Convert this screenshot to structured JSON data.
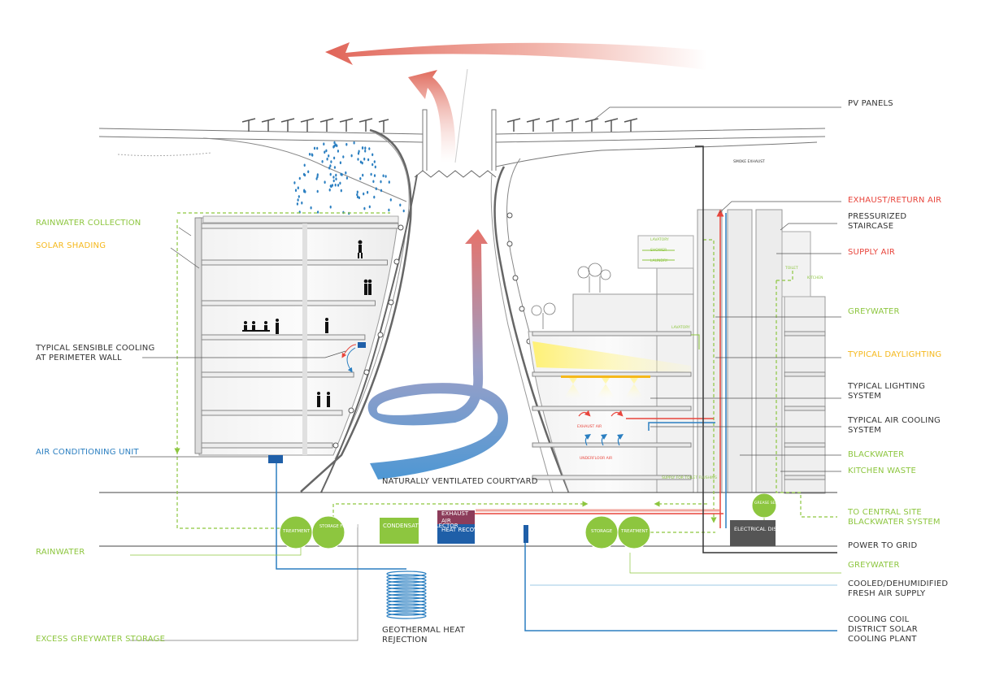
{
  "colors": {
    "green": "#8dc63f",
    "yellow": "#f5b81c",
    "red": "#e8453c",
    "blue": "#2b7fc1",
    "dark": "#333333",
    "steelblue": "#1f5fa8",
    "maroon": "#8c3c5a",
    "grey_box": "#555555"
  },
  "labels": {
    "pv_panels": "PV PANELS",
    "exhaust_return_air": "EXHAUST/RETURN AIR",
    "pressurized": "PRESSURIZED",
    "staircase": "STAIRCASE",
    "supply_air": "SUPPLY AIR",
    "greywater_top": "GREYWATER",
    "typical_daylighting": "TYPICAL DAYLIGHTING",
    "typical_lighting_1": "TYPICAL LIGHTING",
    "typical_lighting_2": "SYSTEM",
    "typical_air_cooling_1": "TYPICAL AIR COOLING",
    "typical_air_cooling_2": "SYSTEM",
    "blackwater": "BLACKWATER",
    "kitchen_waste": "KITCHEN WASTE",
    "to_central_1": "TO CENTRAL SITE",
    "to_central_2": "BLACKWATER SYSTEM",
    "power_to_grid": "POWER TO GRID",
    "greywater_bottom": "GREYWATER",
    "cooled_1": "COOLED/DEHUMIDIFIED",
    "cooled_2": "FRESH AIR SUPPLY",
    "cooling_coil_1": "COOLING COIL",
    "cooling_coil_2": "DISTRICT SOLAR",
    "cooling_coil_3": "COOLING PLANT",
    "rainwater_collection": "RAINWATER COLLECTION",
    "solar_shading": "SOLAR SHADING",
    "sensible_cooling_1": "TYPICAL SENSIBLE COOLING",
    "sensible_cooling_2": "AT PERIMETER WALL",
    "air_conditioning_unit": "AIR CONDITIONING UNIT",
    "naturally_ventilated": "NATURALLY VENTILATED COURTYARD",
    "rainwater": "RAINWATER",
    "excess_greywater": "EXCESS  GREYWATER STORAGE",
    "geothermal_1": "GEOTHERMAL HEAT",
    "geothermal_2": "REJECTION"
  },
  "small_labels": {
    "smoke_exhaust": "SMOKE EXHAUST",
    "lavatory": "LAVATORY",
    "shower": "SHOWER",
    "laundry": "LAUNDRY",
    "toilet": "TOILET",
    "kitchen": "KITCHEN",
    "lavatory_2": "LAVATORY",
    "exhaust_air": "EXHAUST AIR",
    "underfloor_air": "UNDERFLOOR AIR",
    "supply_flushing_1": "SUPPLY FOR",
    "supply_flushing_2": "TOILET",
    "supply_flushing_3": "FLUSHING",
    "grease_1": "GREASE",
    "grease_2": "SEPARATOR"
  },
  "tanks": {
    "treatment_left": "TREATMENT",
    "storage_irrigation_1": "STORAGE",
    "storage_irrigation_2": "FOR",
    "storage_irrigation_3": "IRRIGATION",
    "storage_right": "STORAGE",
    "treatment_right": "TREATMENT"
  },
  "boxes": {
    "condensate_1": "CONDENSATE",
    "condensate_2": "COLLECTOR",
    "exhaust_1": "EXHAUST",
    "exhaust_2": "AIR",
    "heat_1": "HEAT",
    "heat_2": "RECOVERY",
    "electrical_1": "ELECTRICAL",
    "electrical_2": "DISTRIBUTION"
  }
}
